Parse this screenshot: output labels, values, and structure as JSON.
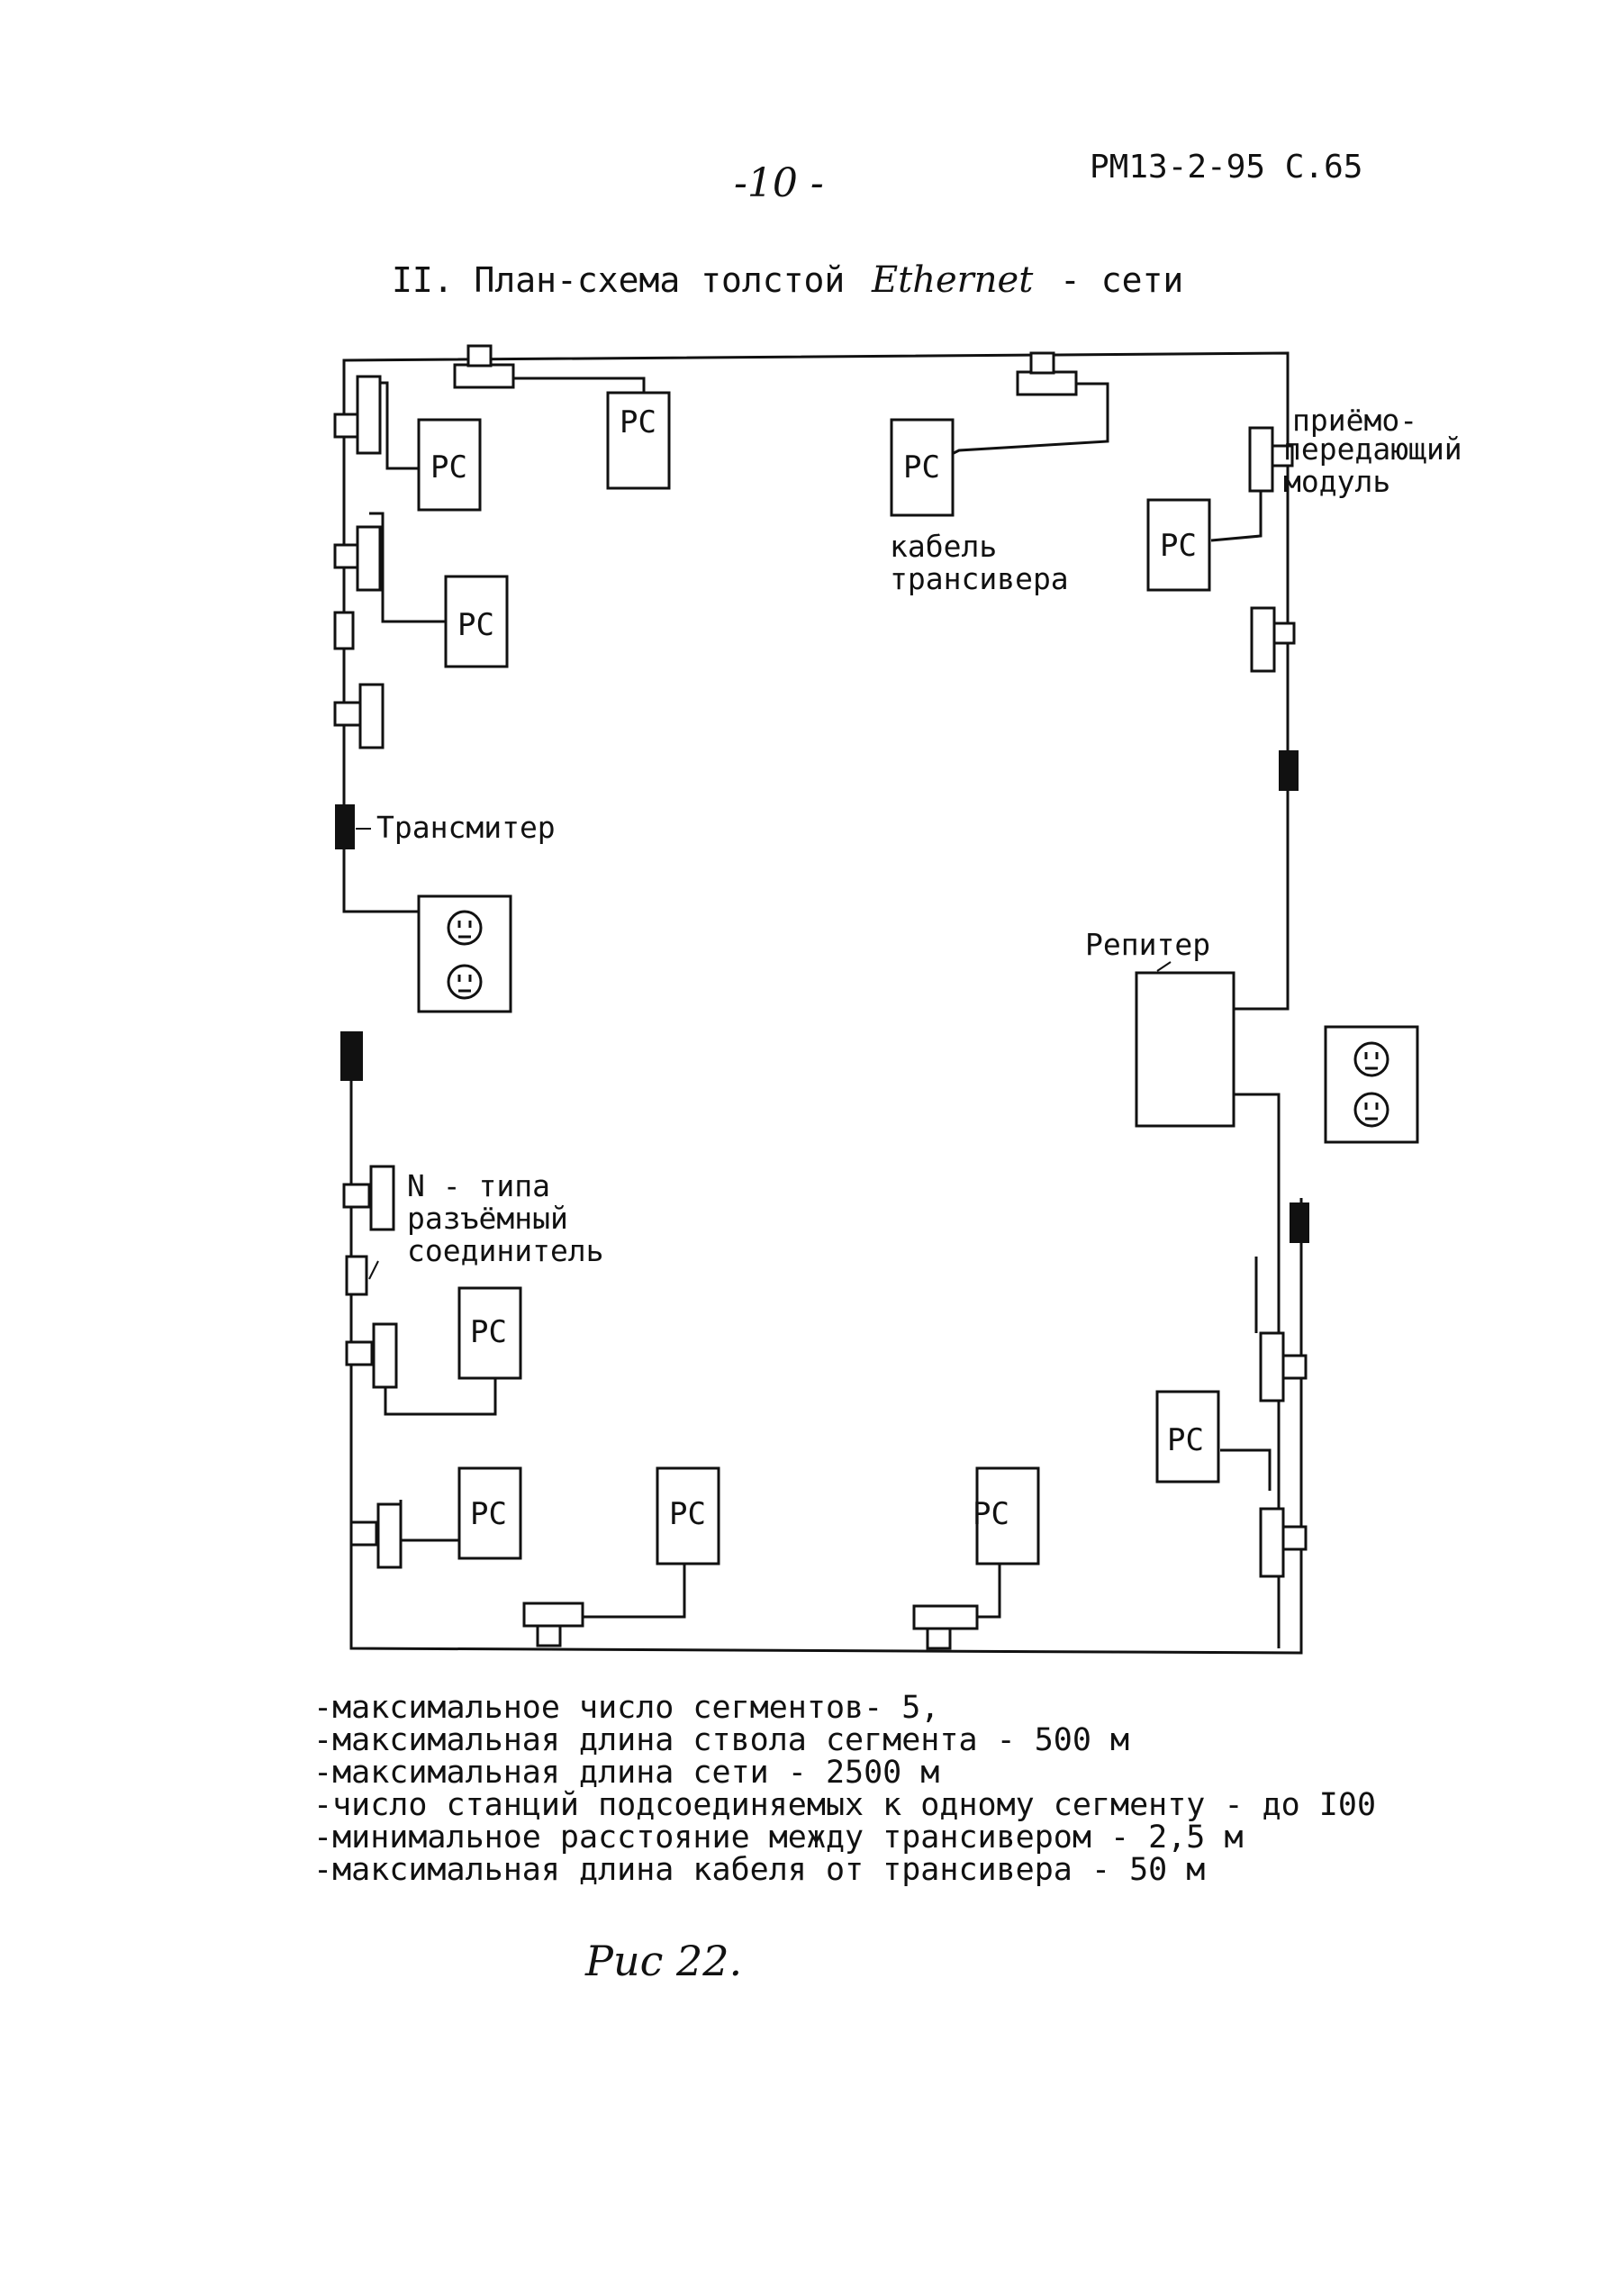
{
  "header": {
    "page_number": "-10 -",
    "doc_ref": "РМ13-2-95 С.65"
  },
  "title": {
    "prefix": "II. План-схема толстой",
    "ethernet": "Ethernet",
    "suffix": "- сети"
  },
  "diagram": {
    "pc_label": "PC",
    "labels": {
      "transceiver_module": [
        "приёмо-",
        "передающий",
        "модуль"
      ],
      "transceiver_cable": [
        "кабель",
        "трансивера"
      ],
      "transmitter": "Трансмитер",
      "repeater": "Репитер",
      "n_connector": [
        "N - типа",
        "разъёмный",
        "соединитель"
      ]
    }
  },
  "notes": [
    "-максимальное число сегментов- 5,",
    "-максимальная длина ствола сегмента - 500 м",
    "-максимальная длина сети - 2500 м",
    "-число станций подсоединяемых к одному сегменту - до I00",
    "-минимальное расстояние между трансивером - 2,5 м",
    "-максимальная длина кабеля от трансивера - 50 м"
  ],
  "figure_caption": "Рис 22."
}
